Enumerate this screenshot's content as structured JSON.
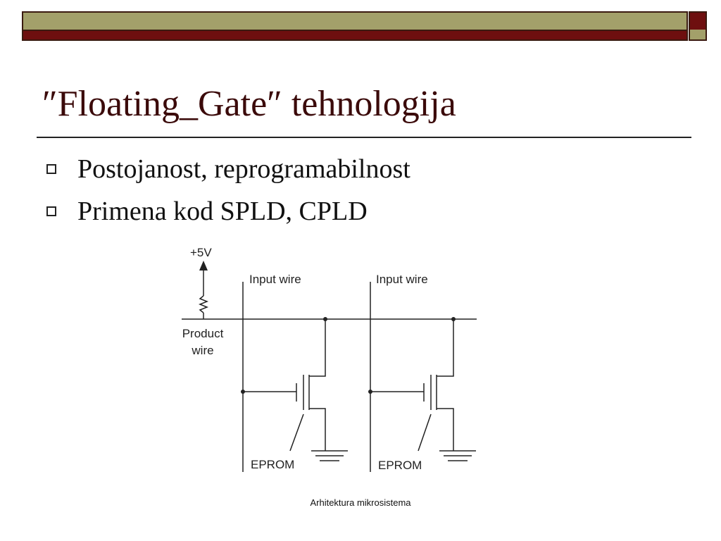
{
  "title": "″Floating_Gate″ tehnologija",
  "bullets": [
    "Postojanost, reprogramabilnost",
    "Primena kod SPLD, CPLD"
  ],
  "diagram": {
    "supply_label": "+5V",
    "product_wire_label_line1": "Product",
    "product_wire_label_line2": "wire",
    "cells": [
      {
        "input_label": "Input wire",
        "eprom_label": "EPROM"
      },
      {
        "input_label": "Input wire",
        "eprom_label": "EPROM"
      }
    ]
  },
  "footer": "Arhitektura mikrosistema",
  "colors": {
    "title": "#3b0a0a",
    "bar_olive": "#a3a06a",
    "bar_maroon": "#6e0f0f"
  }
}
